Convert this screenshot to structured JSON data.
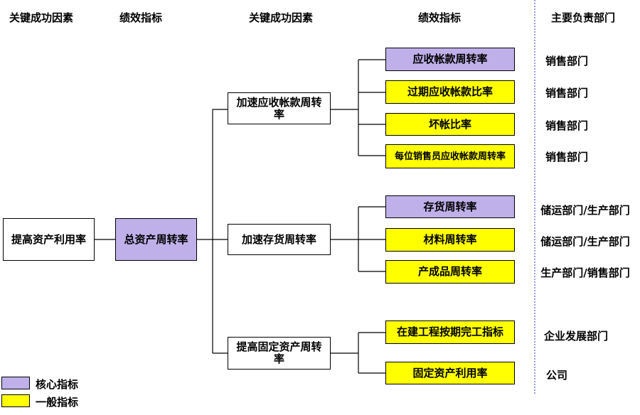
{
  "headers": [
    "关键成功因素",
    "绩效指标",
    "关键成功因素",
    "绩效指标",
    "主要负责部门"
  ],
  "root": {
    "ksf": "提高资产利用率",
    "kpi": "总资产周转率"
  },
  "branches": [
    {
      "ksf": "加速应收帐款周转率",
      "kpis": [
        {
          "label": "应收帐款周转率",
          "type": "core",
          "dept": "销售部门"
        },
        {
          "label": "过期应收帐款比率",
          "type": "general",
          "dept": "销售部门"
        },
        {
          "label": "坏帐比率",
          "type": "general",
          "dept": "销售部门"
        },
        {
          "label": "每位销售员应收帐款周转率",
          "type": "general",
          "dept": "销售部门"
        }
      ]
    },
    {
      "ksf": "加速存货周转率",
      "kpis": [
        {
          "label": "存货周转率",
          "type": "core",
          "dept": "储运部门/生产部门"
        },
        {
          "label": "材料周转率",
          "type": "general",
          "dept": "储运部门/生产部门"
        },
        {
          "label": "产成品周转率",
          "type": "general",
          "dept": "生产部门/销售部门"
        }
      ]
    },
    {
      "ksf": "提高固定资产周转率",
      "kpis": [
        {
          "label": "在建工程按期完工指标",
          "type": "general",
          "dept": "企业发展部门"
        },
        {
          "label": "固定资产利用率",
          "type": "general",
          "dept": "公司"
        }
      ]
    }
  ],
  "legend": {
    "core": "核心指标",
    "general": "一般指标"
  },
  "colors": {
    "core": "#bfb0ea",
    "general": "#ffff00",
    "divider": "#4a5bd0"
  }
}
